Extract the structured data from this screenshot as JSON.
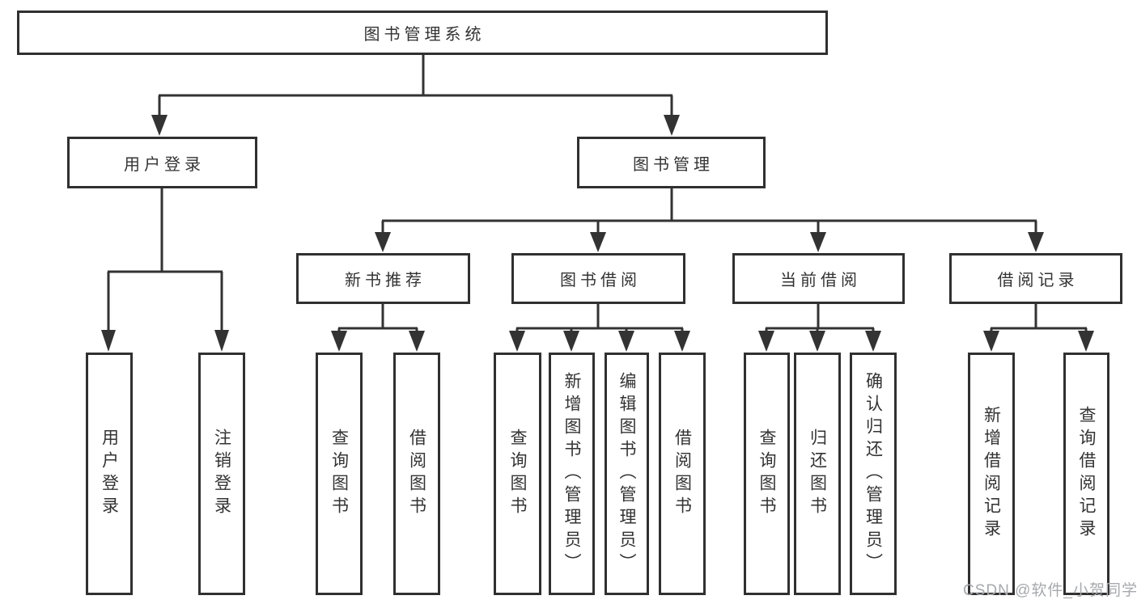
{
  "nodes": {
    "root": {
      "label": "图书管理系统"
    },
    "user_login": {
      "label": "用户登录"
    },
    "book_mgmt": {
      "label": "图书管理"
    },
    "new_book_rec": {
      "label": "新书推荐"
    },
    "book_borrow": {
      "label": "图书借阅"
    },
    "current_borrow": {
      "label": "当前借阅"
    },
    "borrow_record": {
      "label": "借阅记录"
    },
    "user_login_leaf": {
      "label": "用户登录"
    },
    "logout_leaf": {
      "label": "注销登录"
    },
    "nbr_query": {
      "label": "查询图书"
    },
    "nbr_borrow": {
      "label": "借阅图书"
    },
    "bb_query": {
      "label": "查询图书"
    },
    "bb_add": {
      "label": "新增图书（管理员）"
    },
    "bb_edit": {
      "label": "编辑图书（管理员）"
    },
    "bb_borrow": {
      "label": "借阅图书"
    },
    "cb_query": {
      "label": "查询图书"
    },
    "cb_return": {
      "label": "归还图书"
    },
    "cb_confirm": {
      "label": "确认归还（管理员）"
    },
    "br_add": {
      "label": "新增借阅记录"
    },
    "br_query": {
      "label": "查询借阅记录"
    }
  },
  "edges": [
    {
      "parent": "图书管理系统",
      "children": [
        "用户登录",
        "图书管理"
      ]
    },
    {
      "parent": "用户登录",
      "children": [
        "用户登录",
        "注销登录"
      ]
    },
    {
      "parent": "图书管理",
      "children": [
        "新书推荐",
        "图书借阅",
        "当前借阅",
        "借阅记录"
      ]
    },
    {
      "parent": "新书推荐",
      "children": [
        "查询图书",
        "借阅图书"
      ]
    },
    {
      "parent": "图书借阅",
      "children": [
        "查询图书",
        "新增图书（管理员）",
        "编辑图书（管理员）",
        "借阅图书"
      ]
    },
    {
      "parent": "当前借阅",
      "children": [
        "查询图书",
        "归还图书",
        "确认归还（管理员）"
      ]
    },
    {
      "parent": "借阅记录",
      "children": [
        "新增借阅记录",
        "查询借阅记录"
      ]
    }
  ],
  "watermark": "CSDN @软件_小贺同学",
  "colors": {
    "line": "#333333",
    "box_border": "#303030",
    "box_background": "#ffffff",
    "text": "#333333",
    "watermark": "#a6a9ad",
    "page_background": "#ffffff"
  }
}
